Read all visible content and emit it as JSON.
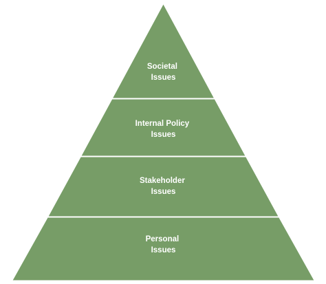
{
  "diagram": {
    "type": "pyramid",
    "fill_color": "#779d67",
    "separator_color": "#ffffff",
    "text_color": "#ffffff",
    "tiers": [
      {
        "id": "societal",
        "lines": [
          "Societal",
          "Issues"
        ]
      },
      {
        "id": "internal-policy",
        "lines": [
          "Internal Policy",
          "Issues"
        ]
      },
      {
        "id": "stakeholder",
        "lines": [
          "Stakeholder",
          "Issues"
        ]
      },
      {
        "id": "personal",
        "lines": [
          "Personal",
          "Issues"
        ]
      }
    ]
  }
}
